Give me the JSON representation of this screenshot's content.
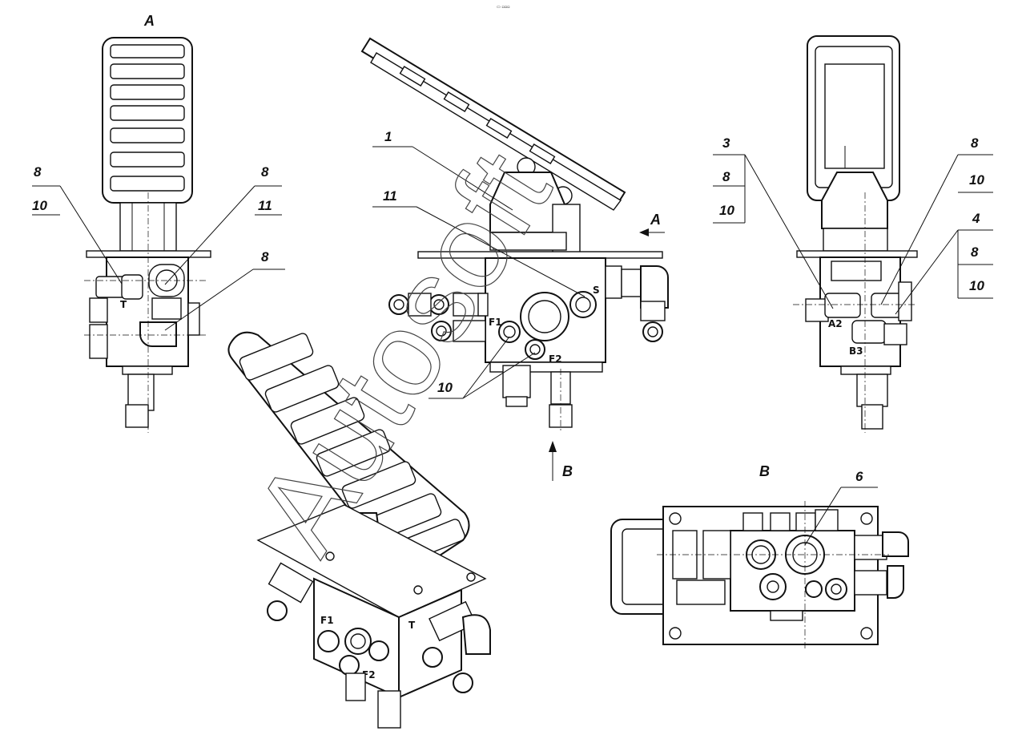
{
  "view_labels": {
    "a": "A",
    "b": "B",
    "arrow_a": "A",
    "arrow_b": "B"
  },
  "callouts": {
    "left_top": "8",
    "left_bottom": "10",
    "left2_top": "8",
    "left2_bottom": "11",
    "left3": "8",
    "center_1": "1",
    "center_11": "11",
    "center_10": "10",
    "right_3": "3",
    "right_3_mid": "8",
    "right_3_bot": "10",
    "far_8": "8",
    "far_10": "10",
    "far_4": "4",
    "far_4_mid": "8",
    "far_4_bot": "10",
    "bottom_6": "6"
  },
  "ports": {
    "t_left": "T",
    "f1": "F1",
    "f2": "F2",
    "s": "S",
    "a2": "A2",
    "b3": "B3",
    "iso_f1": "F1",
    "iso_f2": "F2",
    "iso_t": "T"
  },
  "watermark": "Autosoft",
  "tiny_mark": "▭ ▫▫▫"
}
